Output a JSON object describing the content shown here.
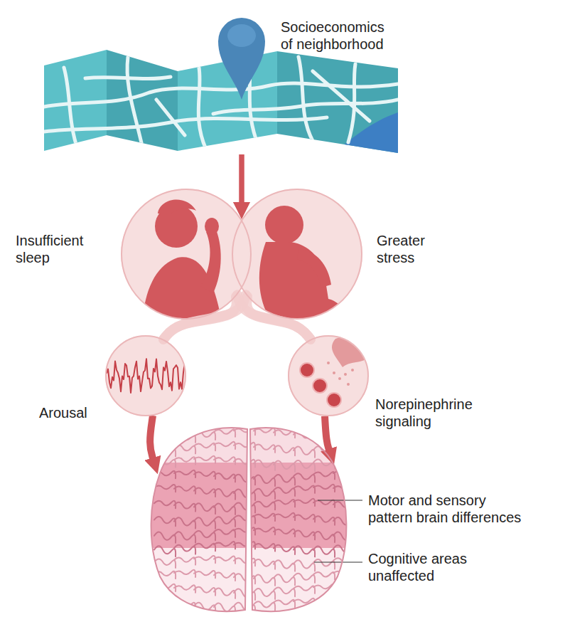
{
  "diagram": {
    "nodes": [
      {
        "text": [
          "Socioeconomics of neighborhood"
        ]
      },
      {
        "text": [
          "Insufficient sleep"
        ]
      },
      {
        "text": [
          "Greater stress"
        ]
      },
      {
        "text": [
          "Arousal"
        ]
      },
      {
        "text": [
          "Norepinephrine signaling"
        ]
      },
      {
        "text": [
          "Motor and sensory pattern brain differences",
          "Cognitive areas unaffected"
        ]
      }
    ],
    "edges": [
      {
        "from": 0,
        "to": 1,
        "arrow": "to"
      },
      {
        "from": 0,
        "to": 2,
        "arrow": "to"
      },
      {
        "from": 1,
        "to": 3,
        "arrow": "none"
      },
      {
        "from": 1,
        "to": 4,
        "arrow": "none"
      },
      {
        "from": 2,
        "to": 3,
        "arrow": "none"
      },
      {
        "from": 2,
        "to": 4,
        "arrow": "none"
      },
      {
        "from": 3,
        "to": 5,
        "arrow": "to"
      },
      {
        "from": 4,
        "to": 5,
        "arrow": "to"
      }
    ]
  }
}
